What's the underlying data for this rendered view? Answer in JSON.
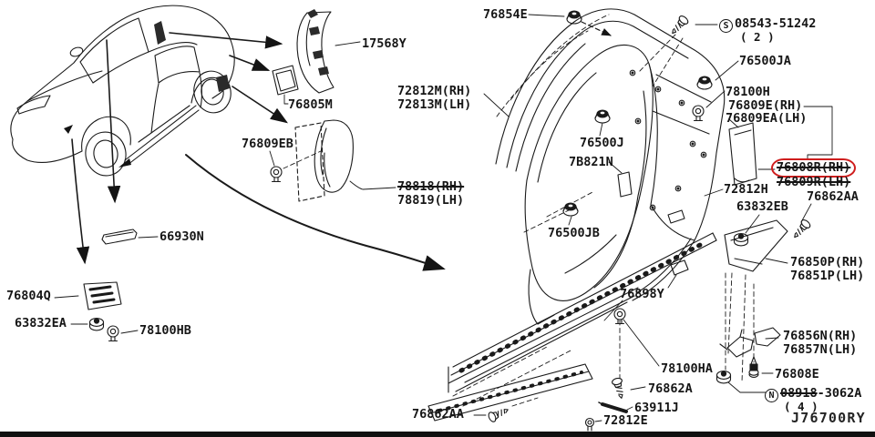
{
  "meta": {
    "description": "OEM body side fitting parts diagram (car rocker / lock pillar trim)",
    "diagram_code": "J76700RY",
    "colors": {
      "background": "#ffffff",
      "line": "#1a1a1a",
      "highlight_oval": "#cf1d1d"
    },
    "icon_glyphs": [
      "grommet-icon",
      "screw-icon",
      "clip-icon",
      "nut-icon",
      "plug-icon",
      "wedge-icon"
    ]
  },
  "labels": [
    {
      "text": "17568Y"
    },
    {
      "text": "76805M"
    },
    {
      "text": "76809EB"
    },
    {
      "text": "78818(RH)"
    },
    {
      "text": "78819(LH)"
    },
    {
      "text": "66930N"
    },
    {
      "text": "76804Q"
    },
    {
      "text": "63832EA"
    },
    {
      "text": "78100HB"
    },
    {
      "text": "76854E"
    },
    {
      "circle": "S",
      "text": "08543-51242",
      "qty": "( 2 )"
    },
    {
      "text": "72812M(RH)"
    },
    {
      "text": "72813M(LH)"
    },
    {
      "text": "76500JA"
    },
    {
      "text": "78100H"
    },
    {
      "text": "76809E(RH)"
    },
    {
      "text": "76809EA(LH)"
    },
    {
      "text": "76500J"
    },
    {
      "text": "7B821N"
    },
    {
      "text": "76500JB"
    },
    {
      "text": "76808R(RH)"
    },
    {
      "text": "76809R(LH)"
    },
    {
      "text": "72812H"
    },
    {
      "text": "63832EB"
    },
    {
      "text": "76862AA"
    },
    {
      "text": "76850P(RH)"
    },
    {
      "text": "76851P(LH)"
    },
    {
      "text": "76898Y"
    },
    {
      "text": "76856N(RH)"
    },
    {
      "text": "76857N(LH)"
    },
    {
      "text": "78100HA"
    },
    {
      "text": "76808E"
    },
    {
      "text": "76862A"
    },
    {
      "circle": "N",
      "strike": "08918",
      "text": "-3062A",
      "qty": "( 4 )"
    },
    {
      "text": "63911J"
    },
    {
      "text": "72812E"
    },
    {
      "text": "76862AA"
    },
    {
      "text": "J76700RY"
    }
  ]
}
